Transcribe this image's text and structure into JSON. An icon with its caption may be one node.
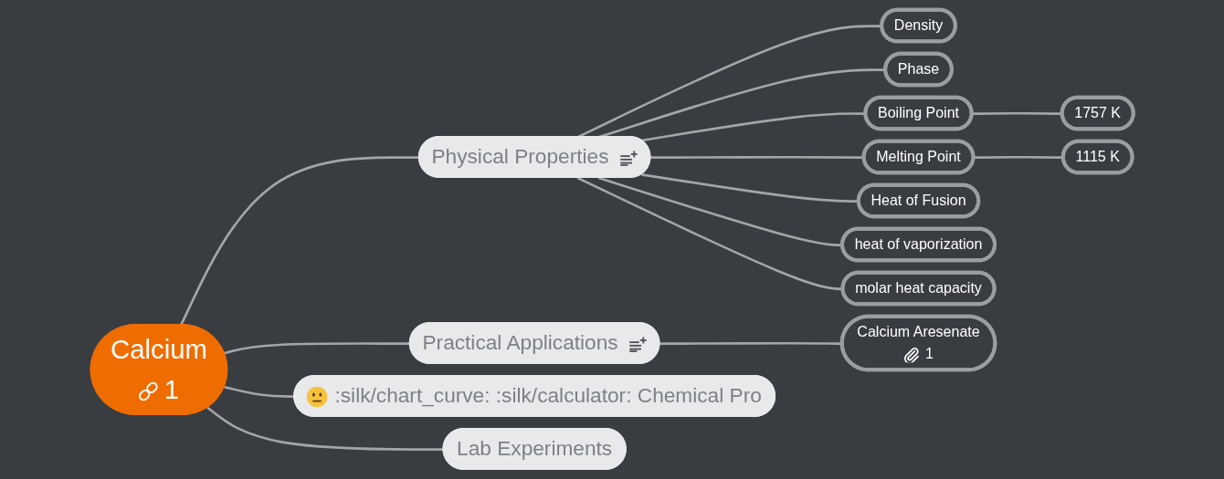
{
  "diagram": {
    "nodes": [
      {
        "text": [
          "Calcium",
          "1"
        ]
      },
      {
        "text": [
          "Physical Properties"
        ]
      },
      {
        "text": [
          "Density"
        ]
      },
      {
        "text": [
          "Phase"
        ]
      },
      {
        "text": [
          "Boiling Point"
        ]
      },
      {
        "text": [
          "1757 K"
        ]
      },
      {
        "text": [
          "Melting Point"
        ]
      },
      {
        "text": [
          "1115 K"
        ]
      },
      {
        "text": [
          "Heat of Fusion"
        ]
      },
      {
        "text": [
          "heat of vaporization"
        ]
      },
      {
        "text": [
          "molar heat capacity"
        ]
      },
      {
        "text": [
          "Practical Applications"
        ]
      },
      {
        "text": [
          "Calcium Aresenate",
          "1"
        ]
      },
      {
        "text": [
          ":silk/chart_curve: :silk/calculator: Chemical Pro"
        ]
      },
      {
        "text": [
          "Lab Experiments"
        ]
      }
    ],
    "edges": [
      {
        "from": 0,
        "to": 1,
        "arrow": "none"
      },
      {
        "from": 1,
        "to": 2,
        "arrow": "none"
      },
      {
        "from": 1,
        "to": 3,
        "arrow": "none"
      },
      {
        "from": 1,
        "to": 4,
        "arrow": "none"
      },
      {
        "from": 4,
        "to": 5,
        "arrow": "none"
      },
      {
        "from": 1,
        "to": 6,
        "arrow": "none"
      },
      {
        "from": 6,
        "to": 7,
        "arrow": "none"
      },
      {
        "from": 1,
        "to": 8,
        "arrow": "none"
      },
      {
        "from": 1,
        "to": 9,
        "arrow": "none"
      },
      {
        "from": 1,
        "to": 10,
        "arrow": "none"
      },
      {
        "from": 0,
        "to": 11,
        "arrow": "none"
      },
      {
        "from": 11,
        "to": 12,
        "arrow": "none"
      },
      {
        "from": 0,
        "to": 13,
        "arrow": "none"
      },
      {
        "from": 0,
        "to": 14,
        "arrow": "none"
      }
    ]
  }
}
